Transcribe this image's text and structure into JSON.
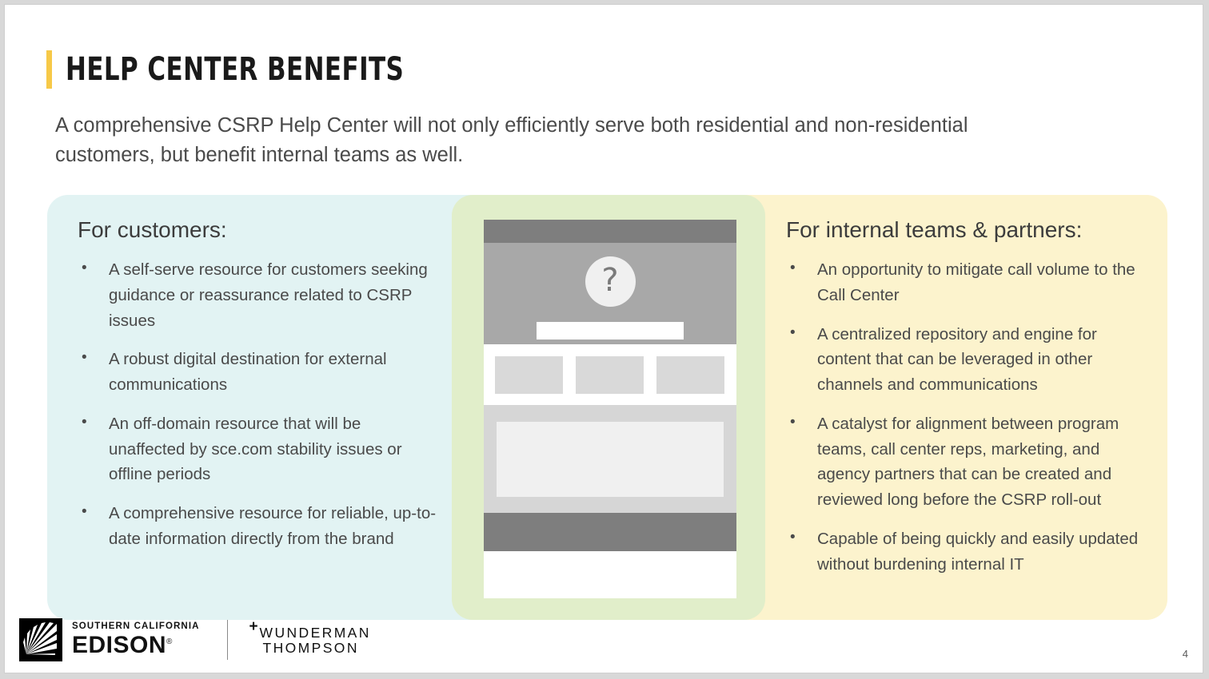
{
  "slide": {
    "title": "HELP CENTER BENEFITS",
    "subtitle": "A comprehensive CSRP Help Center will not only efficiently serve both residential and non-residential customers, but benefit internal teams as well.",
    "page_number": "4",
    "accent_color": "#f7c948",
    "panel_left_color": "#e2f3f3",
    "panel_center_color": "#e1eeca",
    "panel_right_color": "#fcf3cd"
  },
  "panel_customers": {
    "heading": "For customers:",
    "bullets": [
      "A self-serve resource for customers seeking guidance or reassurance related to CSRP issues",
      "A robust digital destination for external communications",
      "An off-domain resource that will be unaffected by sce.com stability issues or offline periods",
      "A comprehensive resource for reliable, up-to-date information directly from the brand"
    ]
  },
  "panel_internal": {
    "heading": "For internal teams & partners:",
    "bullets": [
      "An opportunity to mitigate call volume to the Call Center",
      "A centralized repository and engine for content that can be leveraged in other channels and communications",
      "A catalyst for alignment between program teams, call center reps, marketing, and agency partners that can be created and reviewed long before the CSRP roll-out",
      "Capable of being quickly and easily updated without burdening internal IT"
    ]
  },
  "mockup": {
    "question_mark": "?",
    "header_color": "#7e7e7e",
    "hero_color": "#a8a8a8",
    "card_color": "#d9d9d9",
    "body_color": "#d6d6d6",
    "content_color": "#f0f0f0",
    "footer_color": "#7e7e7e"
  },
  "footer": {
    "sce_top_line": "SOUTHERN CALIFORNIA",
    "sce_main_line": "EDISON",
    "sce_registered": "®",
    "wunderman_plus": "+",
    "wunderman_line1": "WUNDERMAN",
    "wunderman_line2": "THOMPSON"
  }
}
